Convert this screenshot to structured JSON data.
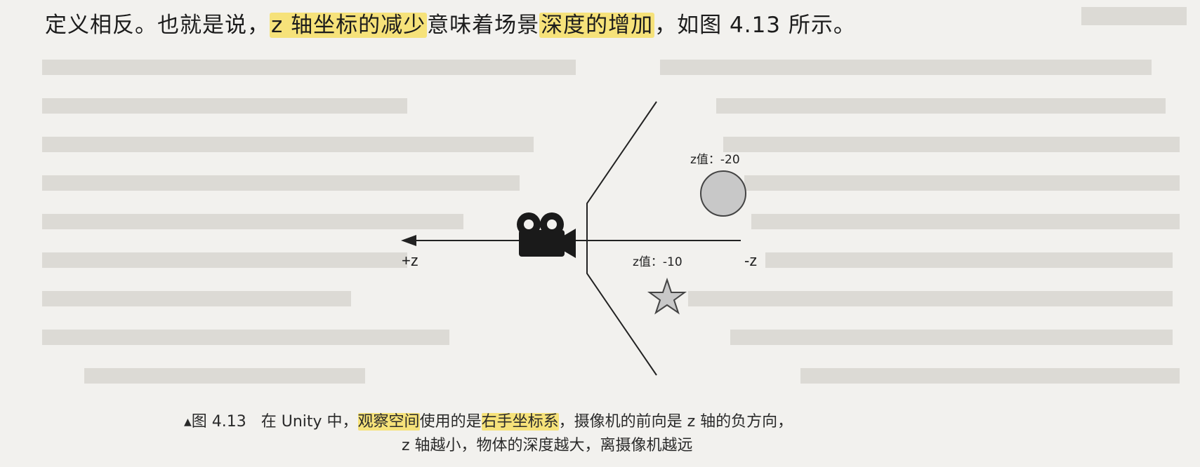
{
  "body_text": {
    "seg1": "定义相反。也就是说，",
    "hl1": "z 轴坐标的减少",
    "seg2": "意味着场景",
    "hl2": "深度的增加",
    "seg3": "，如图 4.13 所示。"
  },
  "diagram": {
    "label_plus_z": "+z",
    "label_minus_z": "-z",
    "label_sphere": "z值：-20",
    "label_star": "z值：-10",
    "icons": [
      "camera-icon",
      "star-icon",
      "sphere-icon"
    ],
    "colors": {
      "shape_fill": "#c8c8c8",
      "camera": "#1a1a1a",
      "line": "#222222"
    }
  },
  "caption": {
    "marker": "▲",
    "fig_no": "图 4.13",
    "line1_a": "在 Unity 中，",
    "line1_hl1": "观察空间",
    "line1_b": "使用的是",
    "line1_hl2": "右手坐标系",
    "line1_c": "，摄像机的前向是 z 轴的负方向，",
    "line2": "z 轴越小，物体的深度越大，离摄像机越远"
  },
  "colors": {
    "highlight": "#f6e27a",
    "page": "#f2f1ee"
  }
}
